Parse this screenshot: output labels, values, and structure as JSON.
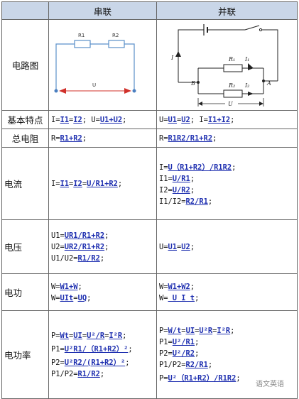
{
  "header": {
    "series": "串联",
    "parallel": "并联"
  },
  "rows": [
    {
      "label": "电路图",
      "series": [],
      "parallel": []
    },
    {
      "label": "基本特点",
      "series": [
        [
          [
            "I=",
            ""
          ],
          [
            "I1",
            "a"
          ],
          [
            "=",
            ""
          ],
          [
            "I2",
            "a"
          ],
          [
            ";  U=",
            ""
          ],
          [
            "U1+U2",
            "a"
          ],
          [
            ";",
            ""
          ]
        ]
      ],
      "parallel": [
        [
          [
            "U=",
            ""
          ],
          [
            "U1",
            "a"
          ],
          [
            "=",
            ""
          ],
          [
            "U2",
            "a"
          ],
          [
            "; I=",
            ""
          ],
          [
            "I1+I2",
            "a"
          ],
          [
            ";",
            ""
          ]
        ]
      ]
    },
    {
      "label": "总电阻",
      "series": [
        [
          [
            "R=",
            ""
          ],
          [
            "R1+R2",
            "a"
          ],
          [
            ";",
            ""
          ]
        ]
      ],
      "parallel": [
        [
          [
            "R=",
            ""
          ],
          [
            "R1R2/R1+R2",
            "a"
          ],
          [
            ";",
            ""
          ]
        ]
      ]
    },
    {
      "label": "电流",
      "series": [
        [
          [
            "I=",
            ""
          ],
          [
            "I1",
            "a"
          ],
          [
            "=",
            ""
          ],
          [
            "I2",
            "a"
          ],
          [
            "=",
            ""
          ],
          [
            "U/R1+R2",
            "a"
          ],
          [
            ";",
            ""
          ]
        ]
      ],
      "parallel": [
        [
          [
            "I=",
            ""
          ],
          [
            "U（R1+R2）/R1R2",
            "a"
          ],
          [
            ";",
            ""
          ]
        ],
        [
          [
            "I1=",
            ""
          ],
          [
            "U/R1",
            "a"
          ],
          [
            ";",
            ""
          ]
        ],
        [
          [
            "I2=",
            ""
          ],
          [
            "U/R2",
            "a"
          ],
          [
            ";",
            ""
          ]
        ],
        [
          [
            "I1/I2=",
            ""
          ],
          [
            "R2/R1",
            "a"
          ],
          [
            ";",
            ""
          ]
        ]
      ]
    },
    {
      "label": "电压",
      "series": [
        [
          [
            "U1=",
            ""
          ],
          [
            "UR1/R1+R2",
            "a"
          ],
          [
            ";",
            ""
          ]
        ],
        [
          [
            "U2=",
            ""
          ],
          [
            "UR2/R1+R2",
            "a"
          ],
          [
            ";",
            ""
          ]
        ],
        [
          [
            "U1/U2=",
            ""
          ],
          [
            "R1/R2",
            "a"
          ],
          [
            ";",
            ""
          ]
        ]
      ],
      "parallel": [
        [
          [
            "U=",
            ""
          ],
          [
            "U1",
            "a"
          ],
          [
            "=",
            ""
          ],
          [
            "U2",
            "a"
          ],
          [
            ";",
            ""
          ]
        ]
      ]
    },
    {
      "label": "电功",
      "series": [
        [
          [
            "W=",
            ""
          ],
          [
            "W1+W",
            "a"
          ],
          [
            ";",
            ""
          ]
        ],
        [
          [
            "W=",
            ""
          ],
          [
            "UIt",
            "a"
          ],
          [
            "=",
            ""
          ],
          [
            "UQ",
            "a"
          ],
          [
            ";",
            ""
          ]
        ]
      ],
      "parallel": [
        [
          [
            "W=",
            ""
          ],
          [
            "W1+W2",
            "a"
          ],
          [
            ";",
            ""
          ]
        ],
        [
          [
            "W=",
            ""
          ],
          [
            " U I t",
            "a"
          ],
          [
            ";",
            ""
          ]
        ]
      ]
    },
    {
      "label": "电功率",
      "series": [
        [
          [
            "P=",
            ""
          ],
          [
            "Wt",
            "a"
          ],
          [
            "=",
            ""
          ],
          [
            "UI",
            "a"
          ],
          [
            "=",
            ""
          ],
          [
            "U²/R",
            "a"
          ],
          [
            "=",
            ""
          ],
          [
            "I²R",
            "a"
          ],
          [
            ";",
            ""
          ]
        ],
        [
          [
            "P1=",
            ""
          ],
          [
            "U²R1/（R1+R2）²",
            "a"
          ],
          [
            ";",
            ""
          ]
        ],
        [
          [
            "P2=",
            ""
          ],
          [
            "U²R2/(R1+R2）²",
            "a"
          ],
          [
            ";",
            ""
          ]
        ],
        [
          [
            "P1/P2=",
            ""
          ],
          [
            "R1/R2",
            "a"
          ],
          [
            ";",
            ""
          ]
        ]
      ],
      "parallel": [
        [
          [
            "P=",
            ""
          ],
          [
            "W/t",
            "a"
          ],
          [
            "=",
            ""
          ],
          [
            "UI",
            "a"
          ],
          [
            "=",
            ""
          ],
          [
            "U²R",
            "a"
          ],
          [
            "=",
            ""
          ],
          [
            "I²R",
            "a"
          ],
          [
            ";",
            ""
          ]
        ],
        [
          [
            "P1=",
            ""
          ],
          [
            "U²/R1",
            "a"
          ],
          [
            ";",
            ""
          ]
        ],
        [
          [
            "P2=",
            ""
          ],
          [
            "U²/R2",
            "a"
          ],
          [
            ";",
            ""
          ]
        ],
        [
          [
            "P1/P2=",
            ""
          ],
          [
            "R2/R1",
            "a"
          ],
          [
            ";",
            ""
          ]
        ],
        [
          [
            "P=",
            ""
          ],
          [
            "U²（R1+R2）/R1R2",
            "a"
          ],
          [
            ";",
            ""
          ]
        ]
      ]
    }
  ],
  "diagram_series": {
    "r1": "R1",
    "r2": "R2",
    "u": "U"
  },
  "diagram_parallel": {
    "r1": "R₁",
    "r2": "R₂",
    "i1": "I₁",
    "i2": "I₂",
    "i": "I",
    "a": "A",
    "b": "B",
    "u": "U"
  },
  "watermark": "语文英语"
}
